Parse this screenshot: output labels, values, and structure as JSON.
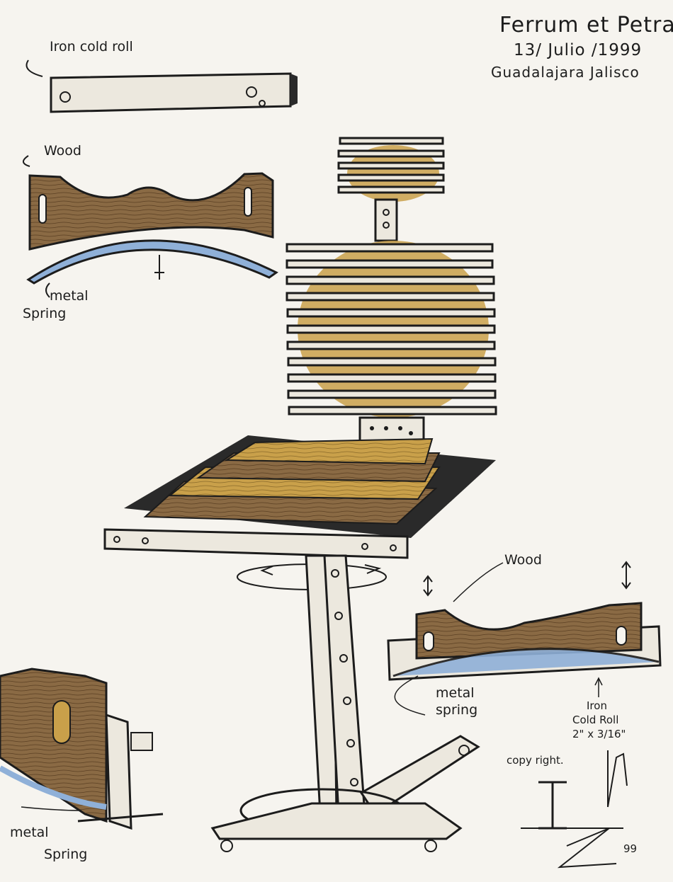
{
  "header": {
    "title": "Ferrum et Petra",
    "date": "13/ Julio /1999",
    "place": "Guadalajara Jalisco"
  },
  "labels": {
    "iron_cold_roll_top": "Iron cold roll",
    "wood_left": "Wood",
    "metal_spring_left_1": "metal",
    "metal_spring_left_2": "Spring",
    "wood_right": "Wood",
    "metal_spring_right_1": "metal",
    "metal_spring_right_2": "spring",
    "iron_right_1": "Iron",
    "iron_right_2": "Cold Roll",
    "iron_right_3": "2\" x 3/16\"",
    "metal_spring_bottom_1": "metal",
    "metal_spring_bottom_2": "Spring",
    "copyright": "copy right.",
    "year_mark": "99"
  },
  "colors": {
    "paper": "#f6f4ef",
    "ink": "#1c1c1c",
    "wood_brown": "#7a5a36",
    "wood_gold": "#c9a04a",
    "metal_blue": "#8fb0d8"
  }
}
